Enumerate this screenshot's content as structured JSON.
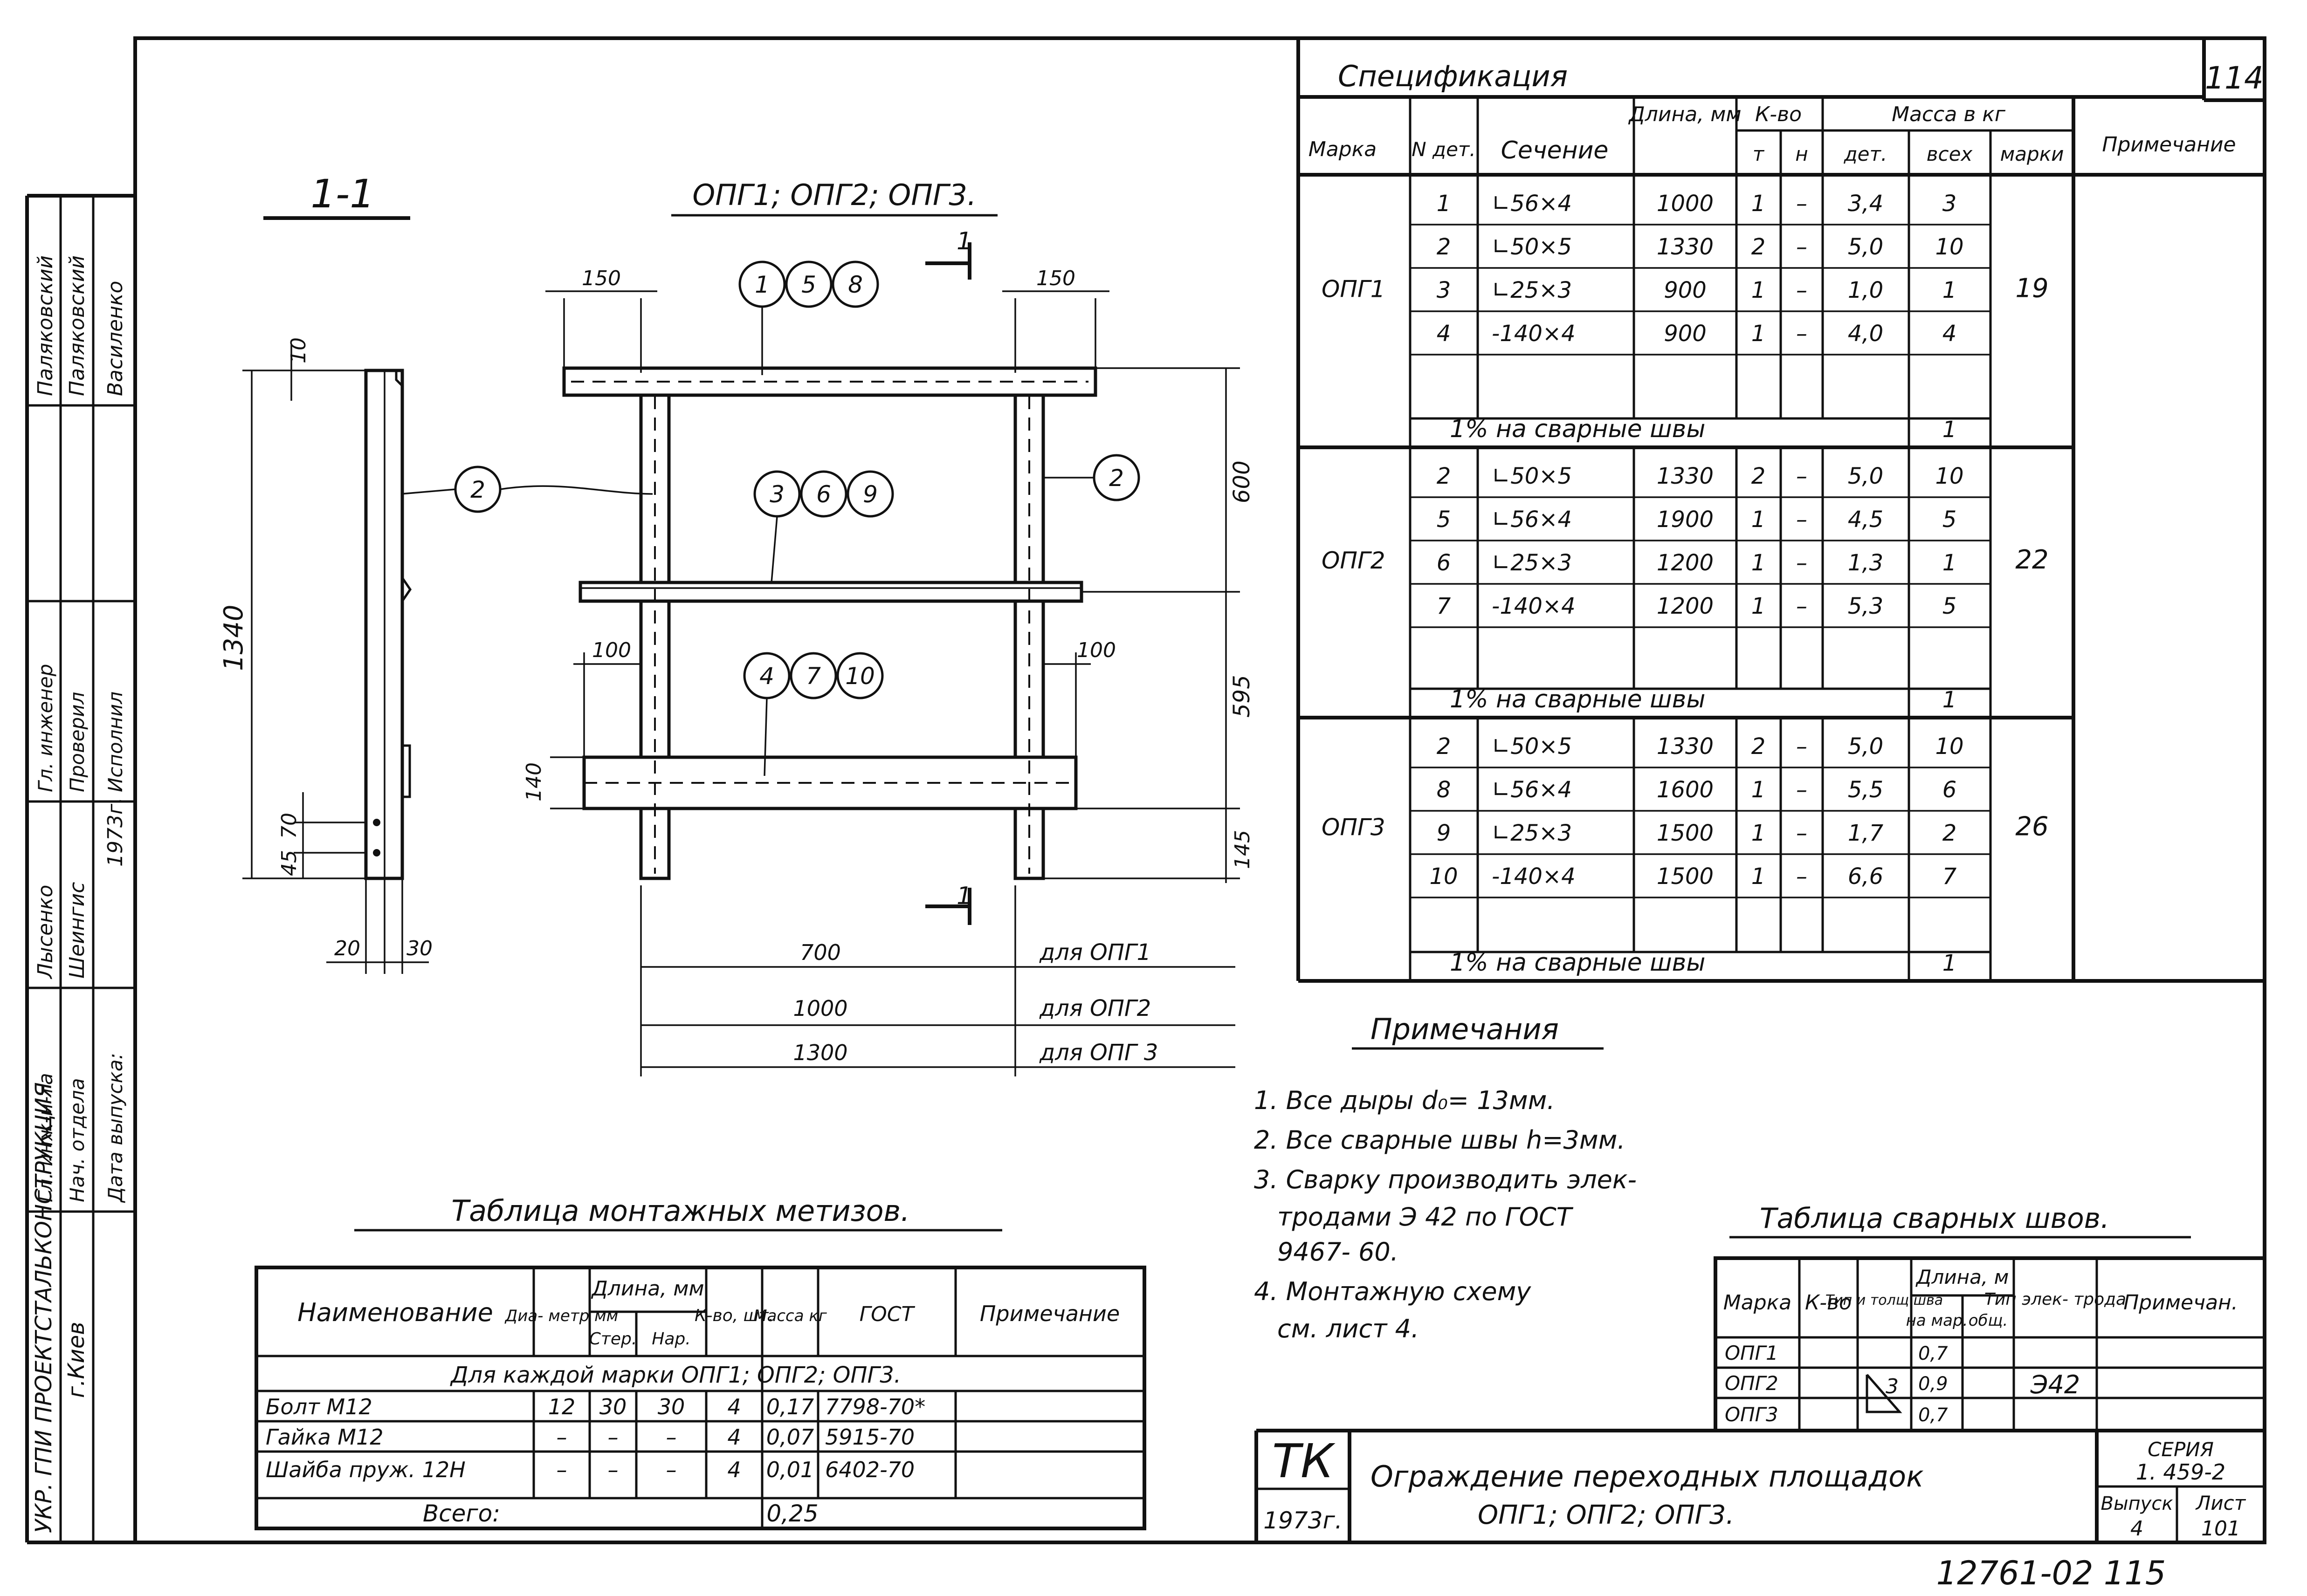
{
  "sheet_number": "114",
  "bottom_stamp": "12761-02 115",
  "side_stamp": {
    "roles": [
      "Гл. инж-н-та",
      "Нач. отдела",
      "Дата выпуска:"
    ],
    "roles2": [
      "Гл. инженер",
      "Проверил",
      "Исполнил"
    ],
    "names": [
      "Паляковский",
      "Паляковский",
      "Василенко"
    ],
    "people": [
      "Лысенко",
      "Шеингис",
      "1973г."
    ],
    "org": "УКР. ГПИ ПРОЕКТСТАЛЬКОНСТРУКЦИЯ",
    "city": "г.Киев"
  },
  "section_view": {
    "label": "1-1",
    "dims": {
      "top": "10",
      "height": "1340",
      "bot1": "45",
      "bot2": "70",
      "w1": "20",
      "w2": "30"
    }
  },
  "front_view": {
    "title": "ОПГ1; ОПГ2; ОПГ3.",
    "cut_mark": "1",
    "dims": {
      "left_over": "150",
      "right_over": "150",
      "upper_gap": "600",
      "lower_gap": "595",
      "bottom": "145",
      "left_in": "100",
      "right_in": "100",
      "plate_h": "140",
      "lengths": [
        {
          "value": "700",
          "note": "для ОПГ1"
        },
        {
          "value": "1000",
          "note": "для ОПГ2"
        },
        {
          "value": "1300",
          "note": "для ОПГ 3"
        }
      ]
    },
    "callouts": {
      "top": [
        "1",
        "5",
        "8"
      ],
      "mid": [
        "3",
        "6",
        "9"
      ],
      "low": [
        "4",
        "7",
        "10"
      ],
      "post_left": "2",
      "post_right": "2"
    }
  },
  "spec": {
    "title": "Спецификация",
    "headers": {
      "mark": "Марка",
      "num": "N дет.",
      "section": "Сечение",
      "length": "Длина, мм",
      "qty": "К-во",
      "qty_t": "т",
      "qty_n": "н",
      "mass": "Масса в кг",
      "mass_det": "дет.",
      "mass_all": "всех",
      "mass_mark": "марки",
      "note": "Примечание"
    },
    "groups": [
      {
        "mark": "ОПГ1",
        "mass_mark": "19",
        "rows": [
          {
            "num": "1",
            "section": "∟56×4",
            "length": "1000",
            "t": "1",
            "n": "–",
            "det": "3,4",
            "all": "3"
          },
          {
            "num": "2",
            "section": "∟50×5",
            "length": "1330",
            "t": "2",
            "n": "–",
            "det": "5,0",
            "all": "10"
          },
          {
            "num": "3",
            "section": "∟25×3",
            "length": "900",
            "t": "1",
            "n": "–",
            "det": "1,0",
            "all": "1"
          },
          {
            "num": "4",
            "section": "-140×4",
            "length": "900",
            "t": "1",
            "n": "–",
            "det": "4,0",
            "all": "4"
          }
        ],
        "weld": "1% на сварные швы",
        "weld_mass": "1"
      },
      {
        "mark": "ОПГ2",
        "mass_mark": "22",
        "rows": [
          {
            "num": "2",
            "section": "∟50×5",
            "length": "1330",
            "t": "2",
            "n": "–",
            "det": "5,0",
            "all": "10"
          },
          {
            "num": "5",
            "section": "∟56×4",
            "length": "1900",
            "t": "1",
            "n": "–",
            "det": "4,5",
            "all": "5"
          },
          {
            "num": "6",
            "section": "∟25×3",
            "length": "1200",
            "t": "1",
            "n": "–",
            "det": "1,3",
            "all": "1"
          },
          {
            "num": "7",
            "section": "-140×4",
            "length": "1200",
            "t": "1",
            "n": "–",
            "det": "5,3",
            "all": "5"
          }
        ],
        "weld": "1% на сварные швы",
        "weld_mass": "1"
      },
      {
        "mark": "ОПГ3",
        "mass_mark": "26",
        "rows": [
          {
            "num": "2",
            "section": "∟50×5",
            "length": "1330",
            "t": "2",
            "n": "–",
            "det": "5,0",
            "all": "10"
          },
          {
            "num": "8",
            "section": "∟56×4",
            "length": "1600",
            "t": "1",
            "n": "–",
            "det": "5,5",
            "all": "6"
          },
          {
            "num": "9",
            "section": "∟25×3",
            "length": "1500",
            "t": "1",
            "n": "–",
            "det": "1,7",
            "all": "2"
          },
          {
            "num": "10",
            "section": "-140×4",
            "length": "1500",
            "t": "1",
            "n": "–",
            "det": "6,6",
            "all": "7"
          }
        ],
        "weld": "1% на сварные швы",
        "weld_mass": "1"
      }
    ]
  },
  "notes": {
    "title": "Примечания",
    "items": [
      "1. Все дыры d₀= 13мм.",
      "2. Все сварные швы h=3мм.",
      "3. Сварку производить элек-",
      "тродами Э 42 по ГОСТ",
      "9467- 60.",
      "4. Монтажную схему",
      "см. лист 4."
    ]
  },
  "hardware": {
    "title": "Таблица монтажных метизов.",
    "headers": {
      "name": "Наименование",
      "dia": "Диа- метр мм",
      "len": "Длина, мм",
      "len_s": "Стер.",
      "len_n": "Нар.",
      "qty": "К-во, шт.",
      "mass": "Масса кг",
      "gost": "ГОСТ",
      "note": "Примечание"
    },
    "group_row": "Для каждой марки ОПГ1; ОПГ2; ОПГ3.",
    "rows": [
      {
        "name": "Болт М12",
        "dia": "12",
        "s": "30",
        "n": "30",
        "qty": "4",
        "mass": "0,17",
        "gost": "7798-70*"
      },
      {
        "name": "Гайка М12",
        "dia": "–",
        "s": "–",
        "n": "–",
        "qty": "4",
        "mass": "0,07",
        "gost": "5915-70"
      },
      {
        "name": "Шайба пруж. 12Н",
        "dia": "–",
        "s": "–",
        "n": "–",
        "qty": "4",
        "mass": "0,01",
        "gost": "6402-70"
      }
    ],
    "total_label": "Всего:",
    "total": "0,25"
  },
  "welds": {
    "title": "Таблица сварных швов.",
    "headers": {
      "mark": "Марка",
      "qty": "К-во",
      "type": "Тип и толщ шва",
      "len": "Длина, м",
      "len_one": "на мар.",
      "len_all": "общ.",
      "electrode": "Тип элек- трода",
      "note": "Примечан."
    },
    "weld_symbol": "3",
    "electrode": "Э42",
    "rows": [
      {
        "mark": "ОПГ1",
        "len": "0,7"
      },
      {
        "mark": "ОПГ2",
        "len": "0,9"
      },
      {
        "mark": "ОПГ3",
        "len": "0,7"
      }
    ]
  },
  "title_block": {
    "logo": "ТК",
    "year": "1973г.",
    "title_line1": "Ограждение переходных площадок",
    "title_line2": "ОПГ1; ОПГ2; ОПГ3.",
    "series_label": "СЕРИЯ",
    "series": "1. 459-2",
    "issue_label": "Выпуск",
    "issue": "4",
    "sheet_label": "Лист",
    "sheet": "101"
  }
}
